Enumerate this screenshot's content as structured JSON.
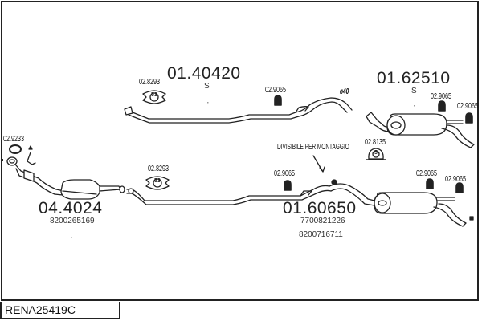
{
  "footer": {
    "code": "RENA25419C"
  },
  "parts": [
    {
      "id": "front-pipe",
      "number": "01.40420",
      "suffix": "S"
    },
    {
      "id": "rear-silencer-top",
      "number": "01.62510",
      "suffix": "S"
    },
    {
      "id": "catalyst",
      "number": "04.4024",
      "oe": [
        "8200265169"
      ]
    },
    {
      "id": "rear-silencer-bottom",
      "number": "01.60650",
      "oe": [
        "7700821226",
        "8200716711"
      ]
    }
  ],
  "accessories": [
    {
      "ref": "02.8293",
      "type": "clamp",
      "badge": "53"
    },
    {
      "ref": "02.9065",
      "type": "rubber-hanger"
    },
    {
      "ref": "02.9065",
      "type": "rubber-hanger"
    },
    {
      "ref": "02.9065",
      "type": "rubber-hanger"
    },
    {
      "ref": "02.9233",
      "type": "gasket-ring"
    },
    {
      "ref": "02.8293",
      "type": "clamp",
      "badge": "53"
    },
    {
      "ref": "02.9065",
      "type": "rubber-hanger"
    },
    {
      "ref": "02.8135",
      "type": "clamp",
      "badge": "5"
    },
    {
      "ref": "02.9065",
      "type": "rubber-hanger"
    },
    {
      "ref": "02.9065",
      "type": "rubber-hanger"
    }
  ],
  "annotations": {
    "diameter": "ø40",
    "split_note": "DIVISIBILE PER MONTAGGIO"
  }
}
